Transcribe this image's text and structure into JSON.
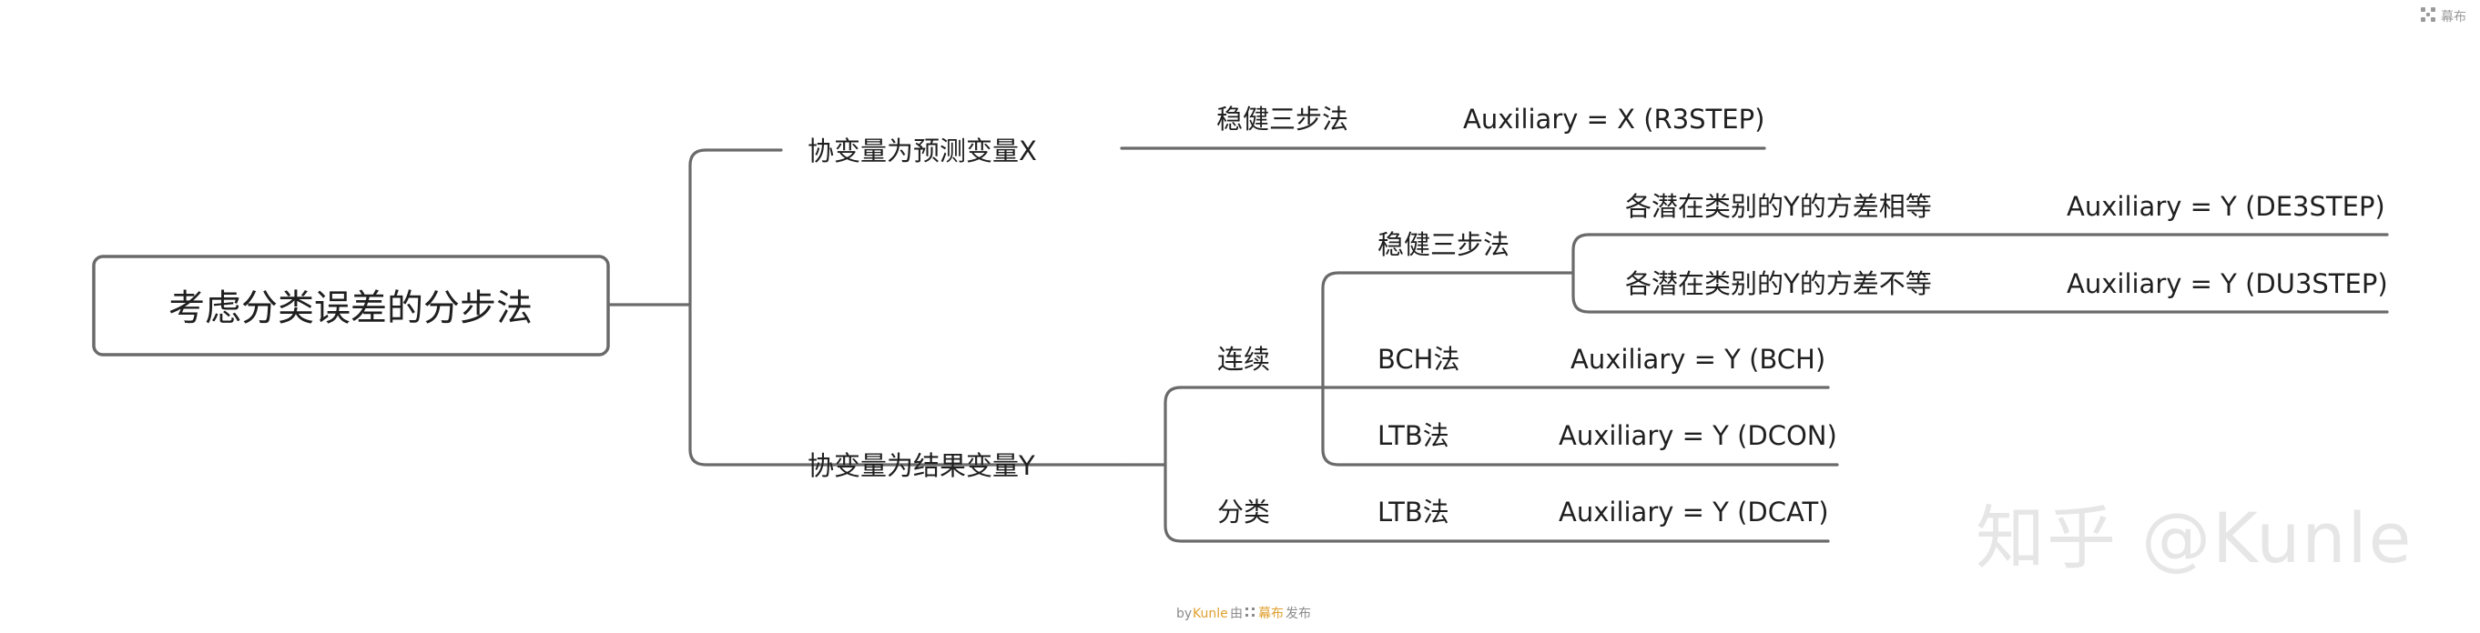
{
  "root": {
    "label": "考虑分类误差的分步法"
  },
  "branch_x": {
    "label": "协变量为预测变量X",
    "method": "稳健三步法",
    "aux": "Auxiliary = X (R3STEP)"
  },
  "branch_y": {
    "label": "协变量为结果变量Y",
    "continuous": {
      "label": "连续",
      "robust": {
        "label": "稳健三步法",
        "equal": {
          "label": "各潜在类别的Y的方差相等",
          "aux": "Auxiliary = Y (DE3STEP)"
        },
        "unequal": {
          "label": "各潜在类别的Y的方差不等",
          "aux": "Auxiliary = Y (DU3STEP)"
        }
      },
      "bch": {
        "label": "BCH法",
        "aux": "Auxiliary = Y (BCH)"
      },
      "ltb": {
        "label": "LTB法",
        "aux": "Auxiliary = Y (DCON)"
      }
    },
    "categorical": {
      "label": "分类",
      "ltb": {
        "label": "LTB法",
        "aux": "Auxiliary = Y (DCAT)"
      }
    }
  },
  "watermark": "知乎 @Kunle",
  "credit": {
    "by": "by",
    "author": "Kunle",
    "via": "由",
    "brand": "幕布",
    "publish": "发布"
  },
  "top_brand": "幕布"
}
